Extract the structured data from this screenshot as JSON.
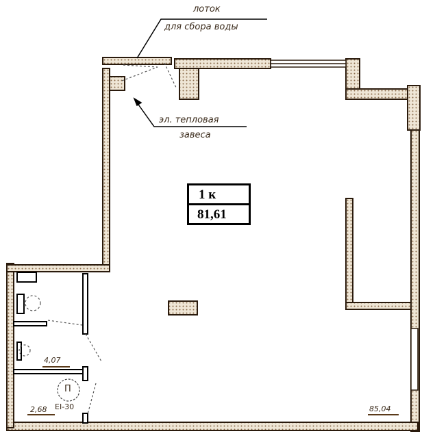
{
  "annotations": {
    "gutter_line1": "лоток",
    "gutter_line2": "для сбора воды",
    "curtain_line1": "эл. тепловая",
    "curtain_line2": "завеса"
  },
  "apartment": {
    "type": "1 к",
    "area": "81,61"
  },
  "rooms": {
    "bathroom_area": "4,07",
    "storage_area": "2,68",
    "storage_mark": "П",
    "door_rating": "EI-30",
    "main_area": "85,04"
  },
  "colors": {
    "wall_fill": "#e8dcc8",
    "wall_stroke": "#3a2414",
    "ink": "#000000"
  }
}
